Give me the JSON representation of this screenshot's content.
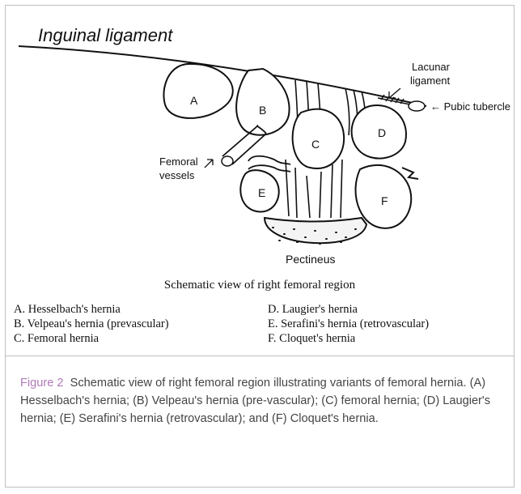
{
  "diagram": {
    "labels": {
      "inguinal_ligament": "Inguinal ligament",
      "lacunar_ligament_line1": "Lacunar",
      "lacunar_ligament_line2": "ligament",
      "pubic_tubercle": "Pubic tubercle",
      "femoral_vessels_line1": "Femoral",
      "femoral_vessels_line2": "vessels",
      "pectineus": "Pectineus",
      "hernia_letters": [
        "A",
        "B",
        "C",
        "D",
        "E",
        "F"
      ]
    },
    "subtitle": "Schematic view of right femoral region",
    "legend": [
      "A. Hesselbach's hernia",
      "B. Velpeau's hernia (prevascular)",
      "C. Femoral hernia",
      "D. Laugier's hernia",
      "E. Serafini's hernia (retrovascular)",
      "F. Cloquet's hernia"
    ]
  },
  "caption": {
    "label": "Figure 2",
    "text": "Schematic view of right femoral region illustrating variants of femoral hernia. (A) Hesselbach's hernia; (B) Velpeau's hernia (pre-vascular); (C) femoral hernia; (D) Laugier's hernia; (E) Serafini's hernia (retrovascular); and (F) Cloquet's hernia."
  }
}
